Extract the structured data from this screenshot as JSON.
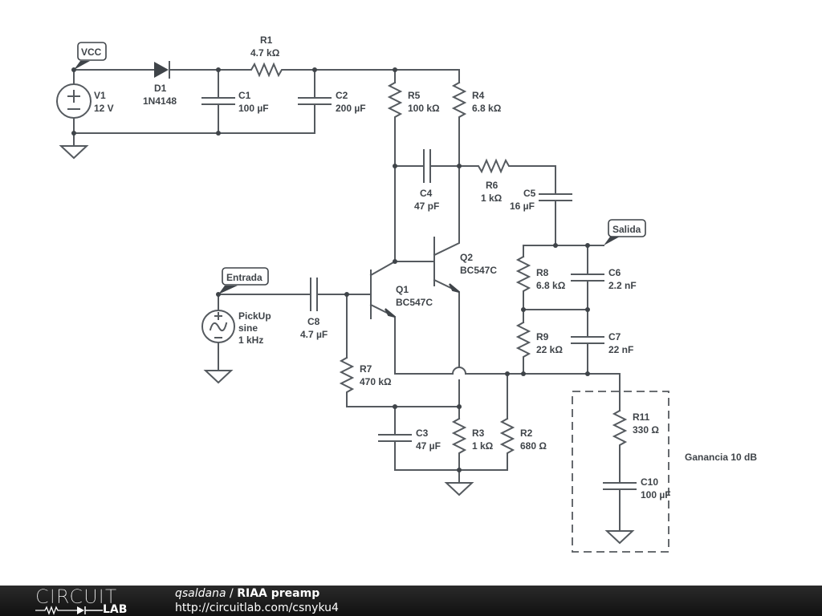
{
  "schematic": {
    "net_labels": {
      "vcc": "VCC",
      "input": "Entrada",
      "output": "Salida"
    },
    "components": {
      "V1": {
        "name": "V1",
        "value": "12 V"
      },
      "D1": {
        "name": "D1",
        "value": "1N4148"
      },
      "R1": {
        "name": "R1",
        "value": "4.7 kΩ"
      },
      "C1": {
        "name": "C1",
        "value": "100 µF"
      },
      "C2": {
        "name": "C2",
        "value": "200 µF"
      },
      "R5": {
        "name": "R5",
        "value": "100 kΩ"
      },
      "R4": {
        "name": "R4",
        "value": "6.8 kΩ"
      },
      "C4": {
        "name": "C4",
        "value": "47 pF"
      },
      "R6": {
        "name": "R6",
        "value": "1 kΩ"
      },
      "C5": {
        "name": "C5",
        "value": "16 µF"
      },
      "Q1": {
        "name": "Q1",
        "value": "BC547C"
      },
      "Q2": {
        "name": "Q2",
        "value": "BC547C"
      },
      "PickUp": {
        "name": "PickUp",
        "type": "sine",
        "value": "1 kHz"
      },
      "C8": {
        "name": "C8",
        "value": "4.7 µF"
      },
      "R7": {
        "name": "R7",
        "value": "470 kΩ"
      },
      "R8": {
        "name": "R8",
        "value": "6.8 kΩ"
      },
      "C6": {
        "name": "C6",
        "value": "2.2 nF"
      },
      "R9": {
        "name": "R9",
        "value": "22 kΩ"
      },
      "C7": {
        "name": "C7",
        "value": "22 nF"
      },
      "C3": {
        "name": "C3",
        "value": "47 µF"
      },
      "R3": {
        "name": "R3",
        "value": "1 kΩ"
      },
      "R2": {
        "name": "R2",
        "value": "680 Ω"
      },
      "R11": {
        "name": "R11",
        "value": "330 Ω"
      },
      "C10": {
        "name": "C10",
        "value": "100 µF"
      }
    },
    "annotation": "Ganancia 10 dB"
  },
  "footer": {
    "logo_top": "CIRCUIT",
    "logo_bottom": "LAB",
    "user": "qsaldana",
    "separator": " / ",
    "title": "RIAA preamp",
    "url": "http://circuitlab.com/csnyku4"
  }
}
